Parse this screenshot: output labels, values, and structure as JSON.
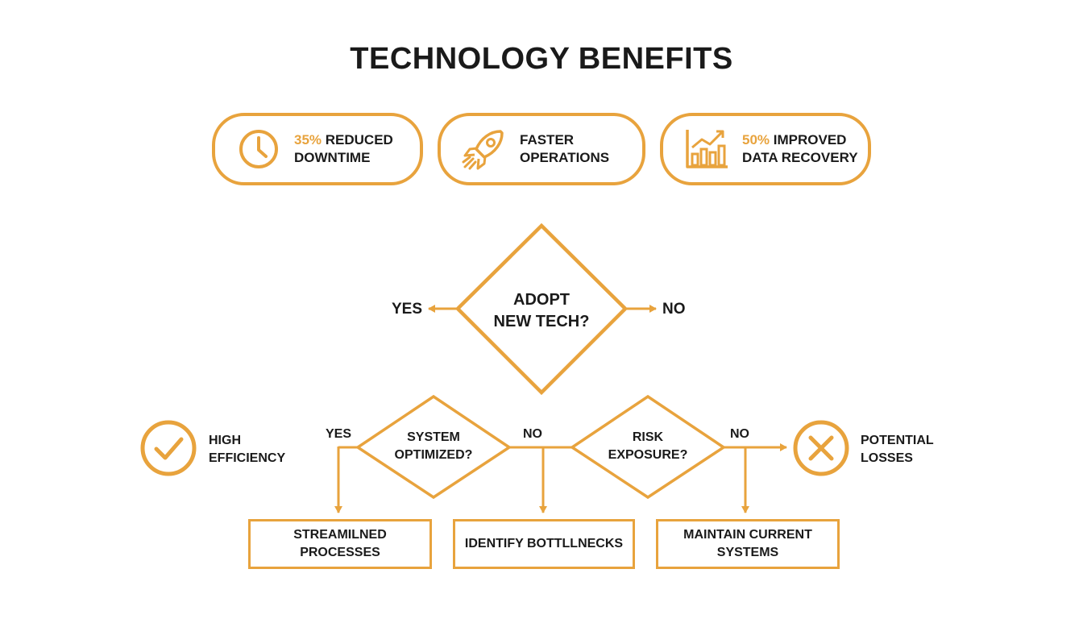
{
  "title": "TECHNOLOGY BENEFITS",
  "accent_color": "#E8A33D",
  "benefits": [
    {
      "icon": "clock-icon",
      "highlight": "35%",
      "line1_rest": " REDUCED",
      "line2": "DOWNTIME"
    },
    {
      "icon": "rocket-icon",
      "highlight": "",
      "line1_rest": "FASTER",
      "line2": "OPERATIONS"
    },
    {
      "icon": "growth-chart-icon",
      "highlight": "50%",
      "line1_rest": " IMPROVED",
      "line2": "DATA RECOVERY"
    }
  ],
  "decision_main": {
    "line1": "ADOPT",
    "line2": "NEW TECH?"
  },
  "decision_main_yes": "YES",
  "decision_main_no": "NO",
  "decision_optimized": {
    "line1": "SYSTEM",
    "line2": "OPTIMIZED?",
    "yes": "YES",
    "no": "NO"
  },
  "decision_risk": {
    "line1": "RISK",
    "line2": "EXPOSURE?",
    "no": "NO"
  },
  "outcome_high": {
    "icon": "checkmark-icon",
    "line1": "HIGH",
    "line2": "EFFICIENCY"
  },
  "outcome_loss": {
    "icon": "cross-icon",
    "line1": "POTENTIAL",
    "line2": "LOSSES"
  },
  "result_boxes": [
    {
      "line1": "STREAMILNED",
      "line2": "PROCESSES"
    },
    {
      "line1": "IDENTIFY BOTTLLNECKS",
      "line2": ""
    },
    {
      "line1": "MAINTAIN CURRENT",
      "line2": "SYSTEMS"
    }
  ]
}
